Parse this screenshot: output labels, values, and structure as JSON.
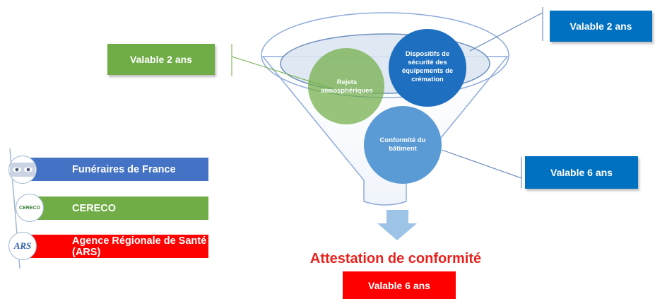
{
  "funnel": {
    "circles": [
      {
        "label": "Rejets atmosphériques",
        "color": "#70ad47"
      },
      {
        "label": "Dispositifs de sécurité des équipements de crémation",
        "color": "#1e6fc0"
      },
      {
        "label": "Conformité du bâtiment",
        "color": "#5b9bd5"
      }
    ]
  },
  "validity": {
    "left_green": "Valable 2 ans",
    "top_right_blue": "Valable 2 ans",
    "right_blue": "Valable 6 ans",
    "bottom_red": "Valable 6 ans"
  },
  "result_title": "Attestation de conformité",
  "organizations": [
    {
      "name": "Funéraires de France",
      "color": "#4472c4",
      "logo_text": ""
    },
    {
      "name": "CERECO",
      "color": "#70ad47",
      "logo_text": "CERECO"
    },
    {
      "name": "Agence Régionale de Santé (ARS)",
      "color": "#ff0000",
      "logo_text": "ARS"
    }
  ],
  "colors": {
    "green": "#70ad47",
    "blue_dark": "#0070c0",
    "red": "#ff0000",
    "title_red": "#e8231f",
    "arrow": "#9dc3e6",
    "funnel_stroke": "#8eaadb"
  }
}
